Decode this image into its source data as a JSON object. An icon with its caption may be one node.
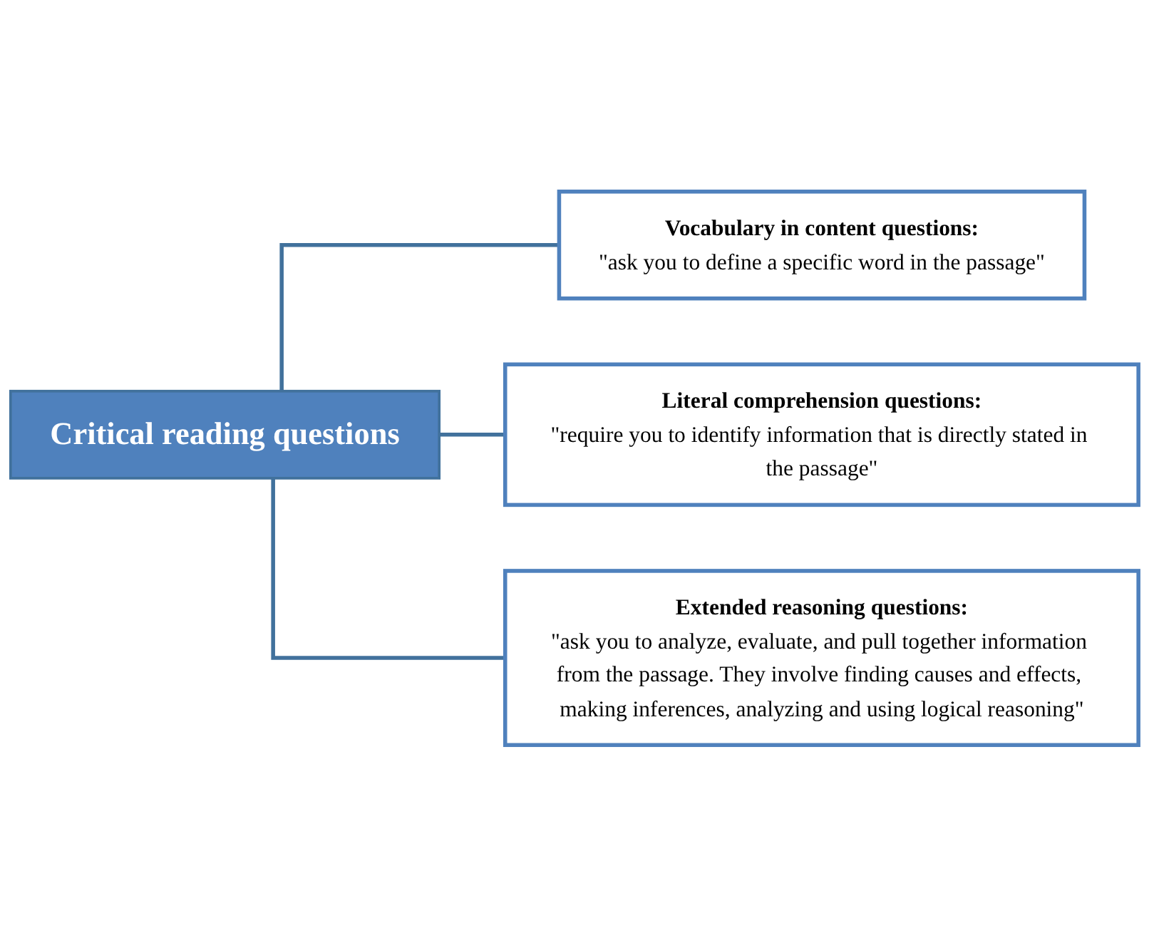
{
  "diagram": {
    "nodes": [
      {
        "text": [
          "Critical reading questions"
        ]
      },
      {
        "text": [
          "Vocabulary in content questions:",
          "\"ask you to define a specific word in the passage\""
        ]
      },
      {
        "text": [
          "Literal comprehension questions:",
          "\"require you to identify information that is directly stated in the passage\""
        ]
      },
      {
        "text": [
          "Extended reasoning questions:",
          "\"ask you to analyze, evaluate, and pull together information from the passage. They involve finding causes and effects, making inferences, analyzing and using logical reasoning\""
        ]
      }
    ],
    "edges": [
      {
        "from": 0,
        "to": 1,
        "arrow": "none"
      },
      {
        "from": 0,
        "to": 2,
        "arrow": "none"
      },
      {
        "from": 0,
        "to": 3,
        "arrow": "none"
      }
    ]
  }
}
